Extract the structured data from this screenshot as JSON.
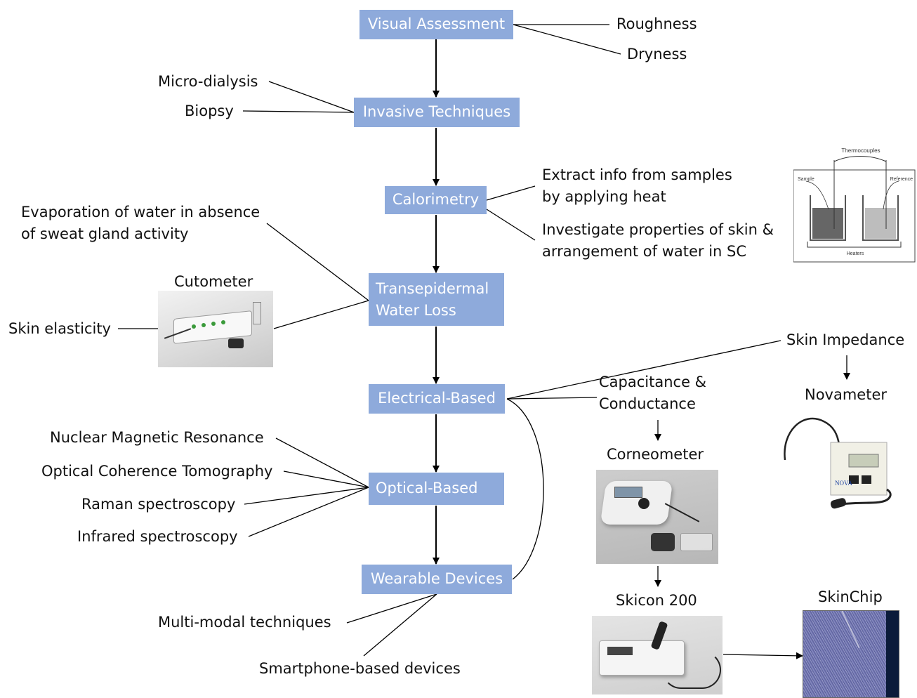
{
  "stages": {
    "visual": "Visual Assessment",
    "invasive": "Invasive Techniques",
    "calorimetry": "Calorimetry",
    "tewl": "Transepidermal Water Loss",
    "electrical": "Electrical-Based",
    "optical": "Optical-Based",
    "wearable": "Wearable Devices"
  },
  "visual_items": [
    "Roughness",
    "Dryness"
  ],
  "invasive_items": [
    "Micro-dialysis",
    "Biopsy"
  ],
  "calorimetry_items": [
    "Extract info from samples by applying heat",
    "Investigate properties of skin & arrangement of water in SC"
  ],
  "tewl_items": [
    "Evaporation of water in absence of sweat gland activity",
    "Skin elasticity"
  ],
  "cutometer": "Cutometer",
  "optical_items": [
    "Nuclear Magnetic Resonance",
    "Optical Coherence Tomography",
    "Raman spectroscopy",
    "Infrared spectroscopy"
  ],
  "wearable_items": [
    "Multi-modal techniques",
    "Smartphone-based devices"
  ],
  "electrical_items": {
    "impedance": "Skin Impedance",
    "novameter": "Novameter",
    "capacitance": "Capacitance & Conductance",
    "corneometer": "Corneometer",
    "skicon": "Skicon 200",
    "skinchip": "SkinChip"
  },
  "calorimeter_figure": {
    "thermocouples": "Thermocouples",
    "sample": "Sample",
    "reference": "Reference",
    "heaters": "Heaters"
  },
  "novameter_brand": "NOVA",
  "colors": {
    "box_fill": "#8eaadb",
    "box_text": "#ffffff",
    "line": "#000000"
  }
}
